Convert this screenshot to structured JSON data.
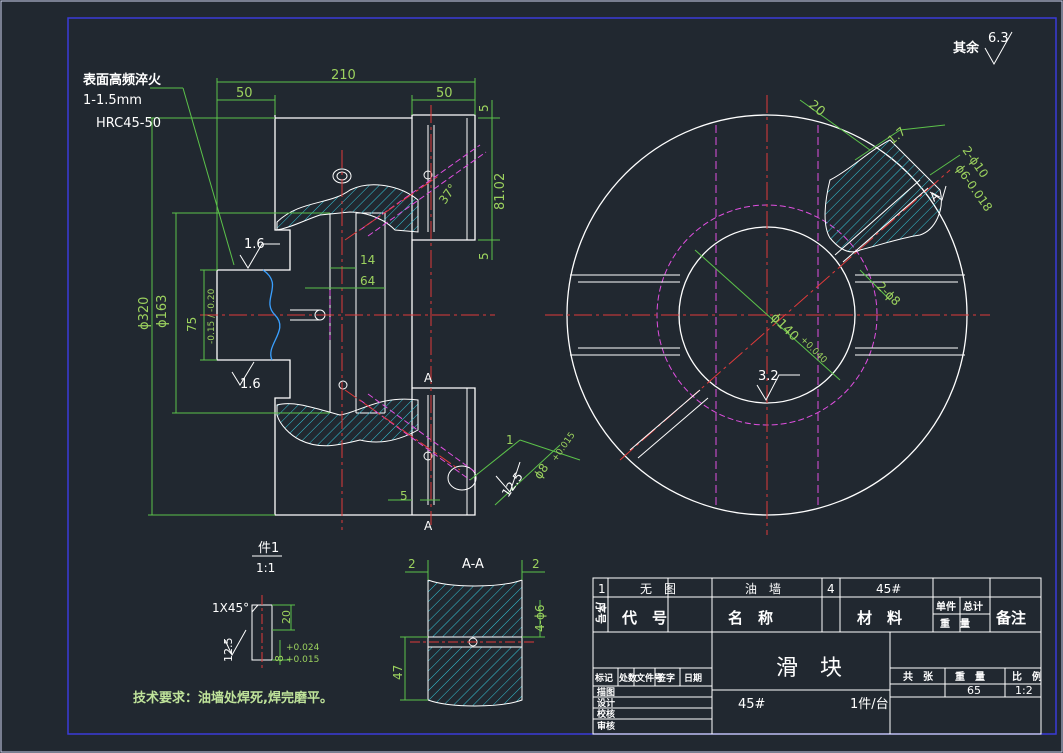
{
  "notes": {
    "surface_treatment": "表面高频淬火",
    "depth": "1-1.5mm",
    "hardness": "HRC45-50",
    "roughness_rest_label": "其余",
    "roughness_rest_value": "6.3",
    "tech_requirements": "技术要求：油墙处焊死,焊完磨平。"
  },
  "dims_main": {
    "overall_width": "210",
    "left_step": "50",
    "right_step": "50",
    "top_gap": "5",
    "bottom_gap": "5",
    "right_height": "81.02",
    "angle": "37°",
    "slot_14": "14",
    "slot_64": "64",
    "dia_320": "ϕ320",
    "dia_163": "ϕ163",
    "dim_75": "75",
    "dim_75_tol": "-0.15 / -0.20",
    "rough_top": "1.6",
    "rough_bottom": "1.6",
    "hole_dia": "ϕ8",
    "hole_tol": "+0.015",
    "chamfer_1": "1",
    "rough_12_5": "12.5",
    "gap_5_bottom": "5",
    "section_mark_A": "A",
    "section_mark_A2": "A"
  },
  "dims_side": {
    "dim_20": "20",
    "dim_17": "1.7",
    "hole_2_10": "2-ϕ10",
    "hole_6": "ϕ6-0.018",
    "hole_8": "2-ϕ8",
    "bore": "ϕ140",
    "bore_tol": "+0.040",
    "rough_3_2": "3.2",
    "view_A": "A"
  },
  "detail_part": {
    "label": "件1",
    "scale": "1:1",
    "chamfer": "1X45°",
    "dim_20": "20",
    "dia_8": "8",
    "tol_upper": "+0.024",
    "tol_lower": "+0.015",
    "rough": "12.5"
  },
  "section_AA": {
    "title": "A-A",
    "left_gap": "2",
    "right_gap": "2",
    "holes": "4-ϕ6",
    "height": "47"
  },
  "title_block": {
    "row1": {
      "seq": "1",
      "code": "无　图",
      "name": "油　墙",
      "qty": "4",
      "material": "45#"
    },
    "header": {
      "seq": "序号",
      "code": "代　号",
      "name": "名　称",
      "material": "材　料",
      "unit_weight": "单件",
      "total_weight": "总计",
      "weight": "重　量",
      "remarks": "备注"
    },
    "drawing_title": "滑　块",
    "material": "45#",
    "quantity": "1件/台",
    "stage_label": "共　张",
    "weight_label": "重　量",
    "scale_label": "比　例",
    "weight_value": "65",
    "scale_value": "1:2",
    "rev_headers": [
      "标记",
      "处数",
      "文件号",
      "签字",
      "日期"
    ],
    "roles": [
      "描图",
      "设计",
      "校核",
      "审核"
    ]
  }
}
